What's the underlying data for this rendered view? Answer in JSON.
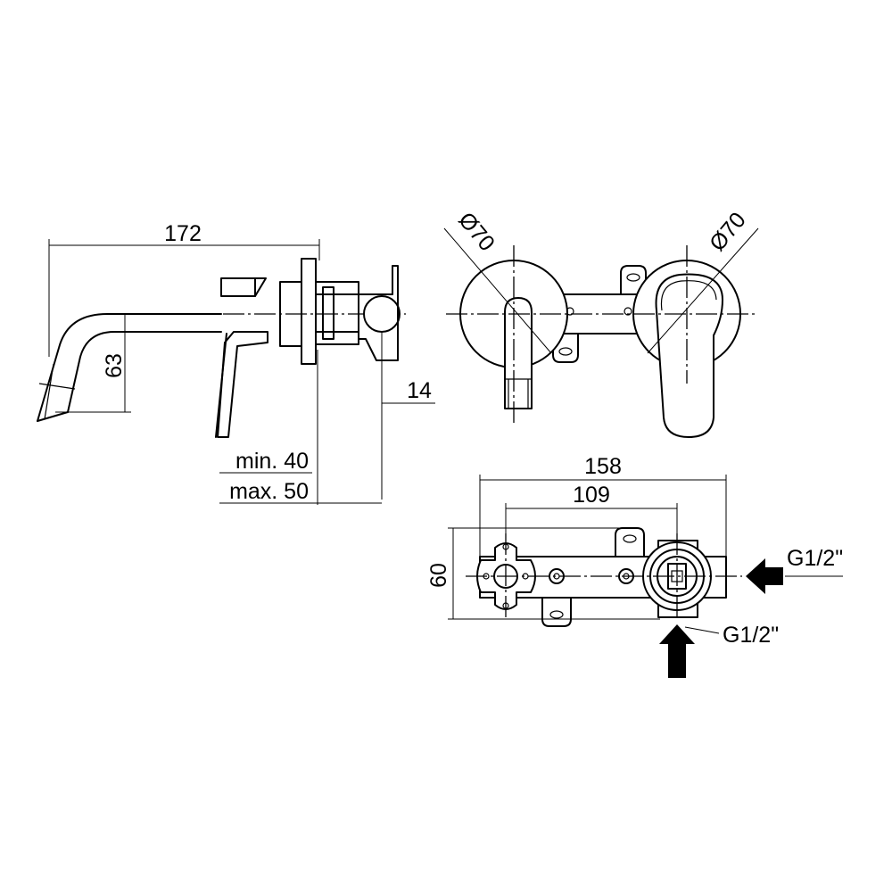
{
  "side_view": {
    "dim_length": "172",
    "dim_height": "63",
    "dim_depth": "14",
    "dim_min": "min. 40",
    "dim_max": "max. 50"
  },
  "front_view": {
    "dim_spout_rosette": "Ø70",
    "dim_lever_rosette": "Ø70"
  },
  "body_view": {
    "dim_overall_width": "158",
    "dim_centers": "109",
    "dim_height": "60",
    "inlet_side": "G1/2\"",
    "inlet_bottom": "G1/2\""
  }
}
